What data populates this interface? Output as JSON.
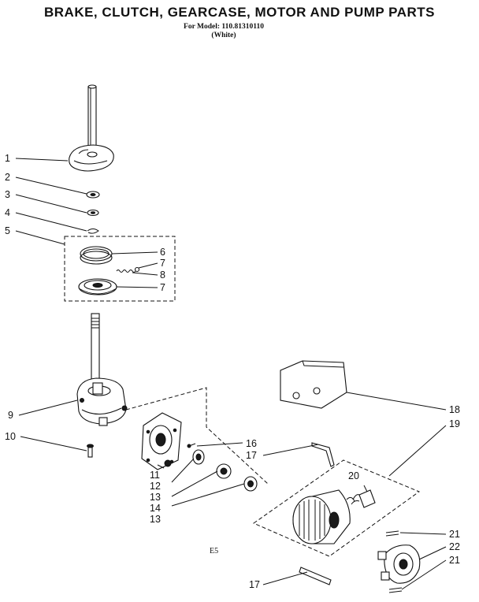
{
  "title": "BRAKE, CLUTCH, GEARCASE, MOTOR AND PUMP PARTS",
  "model_line": "For Model: 110.81310110",
  "color_line": "(White)",
  "diagram_code": "E5",
  "callouts": {
    "c1": "1",
    "c2": "2",
    "c3": "3",
    "c4": "4",
    "c5": "5",
    "c6": "6",
    "c7a": "7",
    "c8": "8",
    "c7b": "7",
    "c9": "9",
    "c10": "10",
    "c11": "11",
    "c12": "12",
    "c13a": "13",
    "c14": "14",
    "c13b": "13",
    "c16": "16",
    "c17a": "17",
    "c18": "18",
    "c19": "19",
    "c20": "20",
    "c21a": "21",
    "c22": "22",
    "c21b": "21",
    "c17b": "17"
  }
}
